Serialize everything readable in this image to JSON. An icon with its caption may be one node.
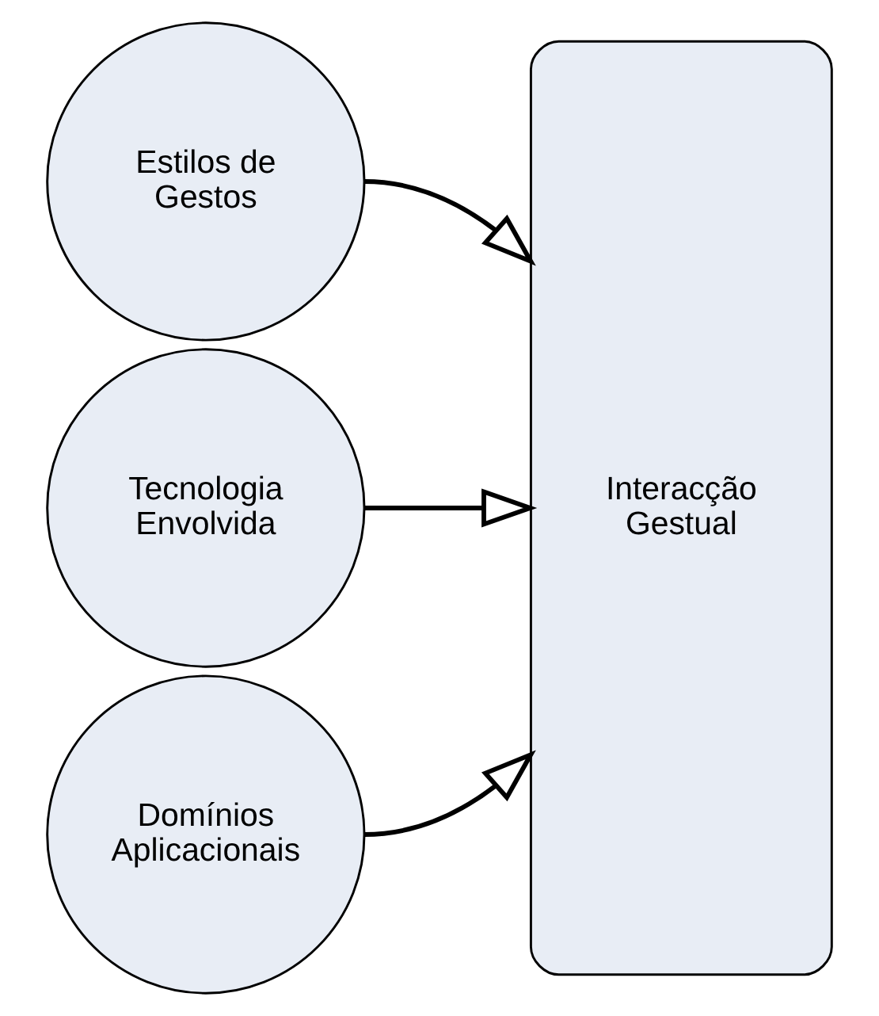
{
  "diagram": {
    "nodes": [
      {
        "text": [
          "Estilos de Gestos"
        ]
      },
      {
        "text": [
          "Tecnologia Envolvida"
        ]
      },
      {
        "text": [
          "Domínios Aplicacionais"
        ]
      },
      {
        "text": [
          "Interacção Gestual"
        ]
      }
    ],
    "edges": [
      {
        "from": 0,
        "to": 3,
        "arrow": "to"
      },
      {
        "from": 1,
        "to": 3,
        "arrow": "to"
      },
      {
        "from": 2,
        "to": 3,
        "arrow": "to"
      }
    ]
  }
}
